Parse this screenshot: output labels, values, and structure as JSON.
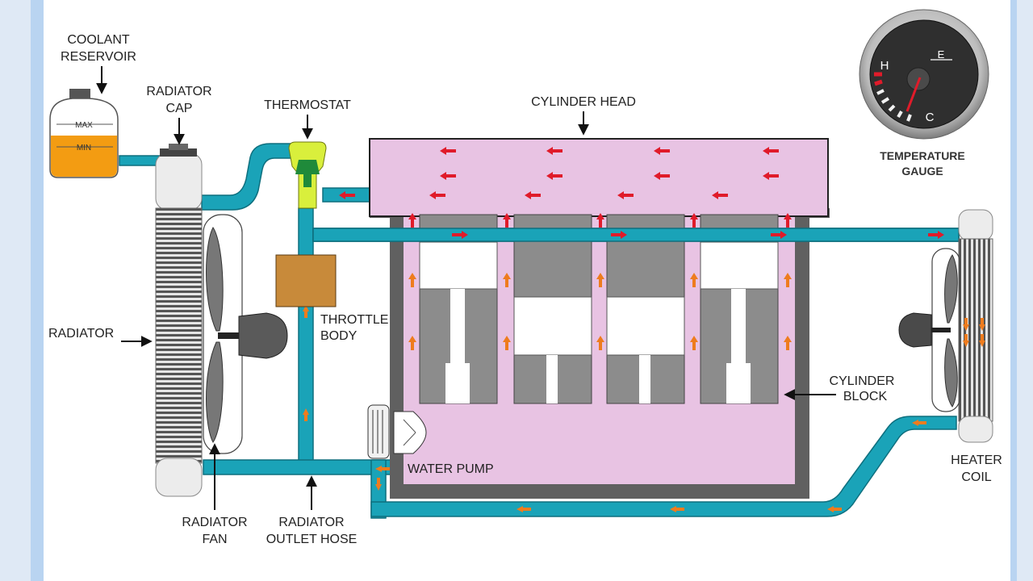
{
  "labels": {
    "coolant_reservoir": [
      "COOLANT",
      "RESERVOIR"
    ],
    "radiator_cap": [
      "RADIATOR",
      "CAP"
    ],
    "thermostat": "THERMOSTAT",
    "cylinder_head": "CYLINDER HEAD",
    "temperature_gauge": [
      "TEMPERATURE",
      "GAUGE"
    ],
    "throttle_body": [
      "THROTTLE",
      "BODY"
    ],
    "radiator": "RADIATOR",
    "cylinder_block": [
      "CYLINDER",
      "BLOCK"
    ],
    "water_pump": "WATER PUMP",
    "heater_coil": [
      "HEATER",
      "COIL"
    ],
    "radiator_fan": [
      "RADIATOR",
      "FAN"
    ],
    "radiator_outlet_hose": [
      "RADIATOR",
      "OUTLET HOSE"
    ]
  },
  "reservoir": {
    "max": "MAX",
    "min": "MIN"
  },
  "gauge": {
    "hot": "H",
    "cold": "C",
    "fuel_symbol": "E"
  },
  "colors": {
    "hose": "#1aa3b8",
    "hose_dark": "#0e6f7e",
    "engine": "#e8c3e3",
    "engine_wall": "#606060",
    "coolant": "#f39c12",
    "thermostat": "#d9ef3c",
    "throttle": "#c88a3a",
    "arrow_red": "#e01b2a",
    "arrow_orange": "#ee7c1e",
    "page_border": "#b9d4f1"
  }
}
